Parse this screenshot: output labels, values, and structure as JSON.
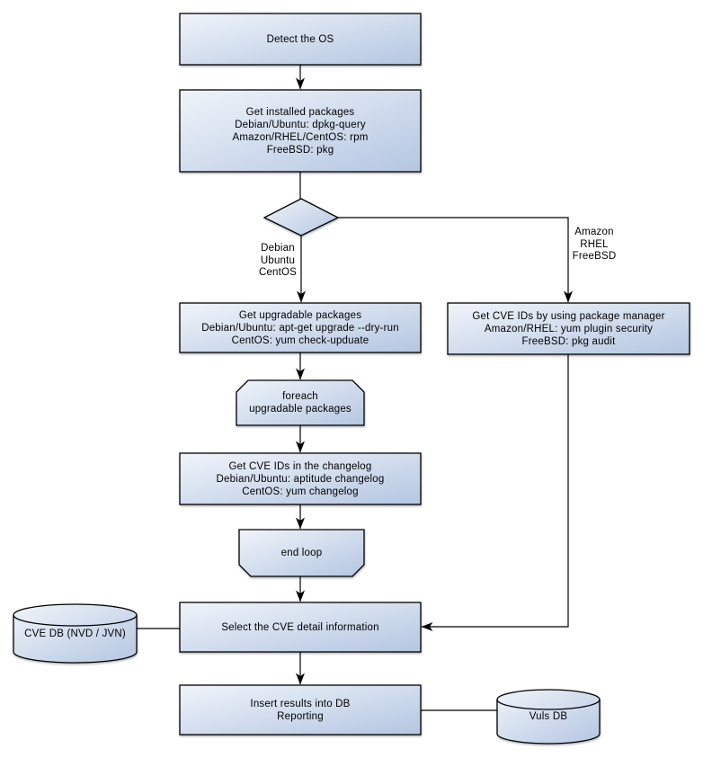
{
  "diagram": {
    "nodes": {
      "detect_os": {
        "label": "Detect the OS"
      },
      "get_installed": {
        "lines": [
          "Get installed packages",
          "Debian/Ubuntu: dpkg-query",
          "Amazon/RHEL/CentOS: rpm",
          "FreeBSD: pkg"
        ]
      },
      "get_upgradable": {
        "lines": [
          "Get upgradable packages",
          "Debian/Ubuntu: apt-get upgrade --dry-run",
          "CentOS: yum check-upduate"
        ]
      },
      "get_cve_package_manager": {
        "lines": [
          "Get CVE IDs by using package manager",
          "Amazon/RHEL: yum plugin security",
          "FreeBSD: pkg audit"
        ]
      },
      "foreach_loop": {
        "lines": [
          "foreach",
          "upgradable packages"
        ]
      },
      "get_cve_changelog": {
        "lines": [
          "Get CVE IDs in the changelog",
          "Debian/Ubuntu: aptitude changelog",
          "CentOS: yum changelog"
        ]
      },
      "end_loop": {
        "label": "end loop"
      },
      "select_cve_detail": {
        "label": "Select the CVE detail information"
      },
      "cve_db": {
        "label": "CVE DB (NVD / JVN)"
      },
      "insert_results": {
        "lines": [
          "Insert results into DB",
          "Reporting"
        ]
      },
      "vuls_db": {
        "label": "Vuls DB"
      }
    },
    "edge_labels": {
      "left_branch": {
        "lines": [
          "Debian",
          "Ubuntu",
          "CentOS"
        ]
      },
      "right_branch": {
        "lines": [
          "Amazon",
          "RHEL",
          "FreeBSD"
        ]
      }
    },
    "colors": {
      "shape_gradient_start": "#f0f4fa",
      "shape_gradient_end": "#b4c6e1",
      "shape_border": "#000000",
      "connector": "#000000",
      "text": "#000000",
      "background": "#ffffff"
    }
  }
}
